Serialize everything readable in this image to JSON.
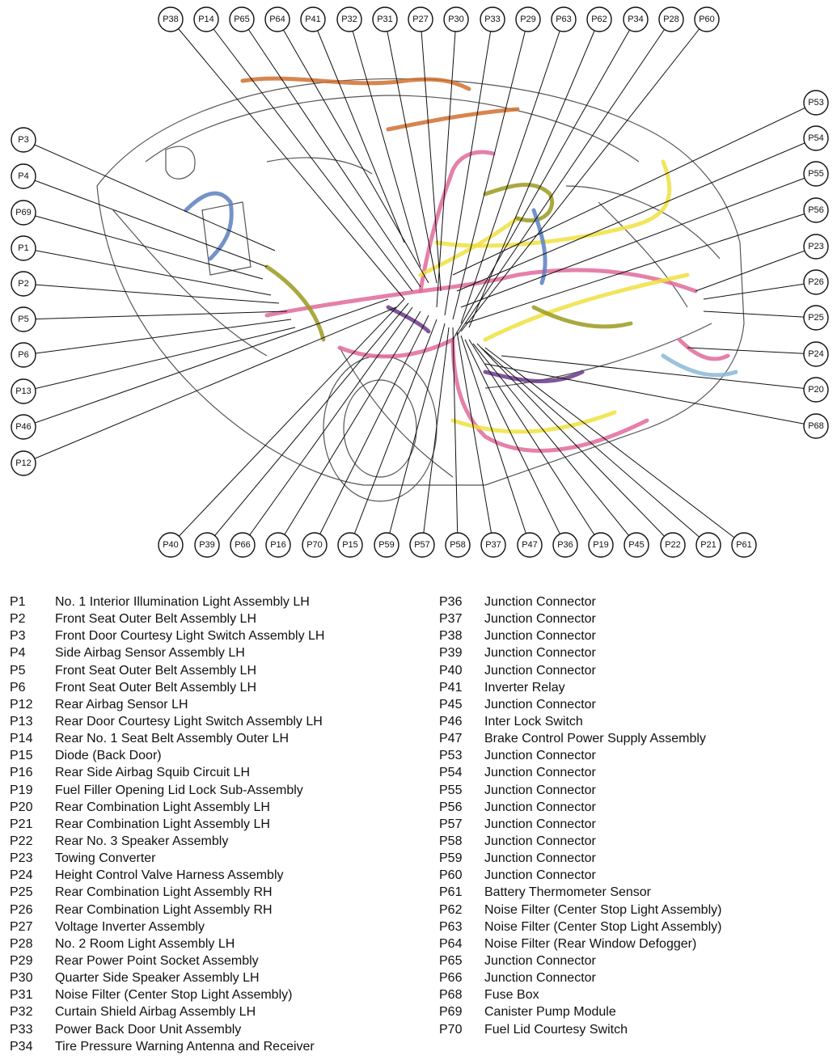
{
  "diagram": {
    "callouts_top": [
      "P38",
      "P14",
      "P65",
      "P64",
      "P41",
      "P32",
      "P31",
      "P27",
      "P30",
      "P33",
      "P29",
      "P63",
      "P62",
      "P34",
      "P28",
      "P60"
    ],
    "callouts_bottom": [
      "P40",
      "P39",
      "P66",
      "P16",
      "P70",
      "P15",
      "P59",
      "P57",
      "P58",
      "P37",
      "P47",
      "P36",
      "P19",
      "P45",
      "P22",
      "P21",
      "P61"
    ],
    "callouts_left": [
      "P3",
      "P4",
      "P69",
      "P1",
      "P2",
      "P5",
      "P6",
      "P13",
      "P46",
      "P12"
    ],
    "callouts_right": [
      "P53",
      "P54",
      "P55",
      "P56",
      "P23",
      "P26",
      "P25",
      "P24",
      "P20",
      "P68"
    ],
    "harness_colors": {
      "pink": "#e06a9a",
      "yellow": "#f0e040",
      "olive": "#9a9a20",
      "blue": "#5a7fc0",
      "orange": "#d07030",
      "purple": "#6a3a8a",
      "lightblue": "#8ab8d8"
    }
  },
  "legend": {
    "left": [
      {
        "code": "P1",
        "desc": "No. 1 Interior Illumination Light Assembly LH"
      },
      {
        "code": "P2",
        "desc": "Front Seat Outer Belt Assembly LH"
      },
      {
        "code": "P3",
        "desc": "Front Door Courtesy Light Switch Assembly LH"
      },
      {
        "code": "P4",
        "desc": "Side Airbag Sensor Assembly LH"
      },
      {
        "code": "P5",
        "desc": "Front Seat Outer Belt Assembly LH"
      },
      {
        "code": "P6",
        "desc": "Front Seat Outer Belt Assembly LH"
      },
      {
        "code": "P12",
        "desc": "Rear Airbag Sensor LH"
      },
      {
        "code": "P13",
        "desc": "Rear Door Courtesy Light Switch Assembly LH"
      },
      {
        "code": "P14",
        "desc": "Rear No. 1 Seat Belt Assembly Outer LH"
      },
      {
        "code": "P15",
        "desc": "Diode (Back Door)"
      },
      {
        "code": "P16",
        "desc": "Rear Side Airbag Squib Circuit LH"
      },
      {
        "code": "P19",
        "desc": "Fuel Filler Opening Lid Lock Sub-Assembly"
      },
      {
        "code": "P20",
        "desc": "Rear Combination Light Assembly LH"
      },
      {
        "code": "P21",
        "desc": "Rear Combination Light Assembly LH"
      },
      {
        "code": "P22",
        "desc": "Rear No. 3 Speaker Assembly"
      },
      {
        "code": "P23",
        "desc": "Towing Converter"
      },
      {
        "code": "P24",
        "desc": "Height Control Valve Harness Assembly"
      },
      {
        "code": "P25",
        "desc": "Rear Combination Light Assembly RH"
      },
      {
        "code": "P26",
        "desc": "Rear Combination Light Assembly RH"
      },
      {
        "code": "P27",
        "desc": "Voltage Inverter Assembly"
      },
      {
        "code": "P28",
        "desc": "No. 2 Room Light Assembly LH"
      },
      {
        "code": "P29",
        "desc": "Rear Power Point Socket Assembly"
      },
      {
        "code": "P30",
        "desc": "Quarter Side Speaker Assembly LH"
      },
      {
        "code": "P31",
        "desc": "Noise Filter (Center Stop Light Assembly)"
      },
      {
        "code": "P32",
        "desc": "Curtain Shield Airbag Assembly LH"
      },
      {
        "code": "P33",
        "desc": "Power Back Door Unit Assembly"
      },
      {
        "code": "P34",
        "desc": "Tire Pressure Warning Antenna and Receiver"
      }
    ],
    "right": [
      {
        "code": "P36",
        "desc": "Junction Connector"
      },
      {
        "code": "P37",
        "desc": "Junction Connector"
      },
      {
        "code": "P38",
        "desc": "Junction Connector"
      },
      {
        "code": "P39",
        "desc": "Junction Connector"
      },
      {
        "code": "P40",
        "desc": "Junction Connector"
      },
      {
        "code": "P41",
        "desc": "Inverter Relay"
      },
      {
        "code": "P45",
        "desc": "Junction Connector"
      },
      {
        "code": "P46",
        "desc": "Inter Lock Switch"
      },
      {
        "code": "P47",
        "desc": "Brake Control Power Supply Assembly"
      },
      {
        "code": "P53",
        "desc": "Junction Connector"
      },
      {
        "code": "P54",
        "desc": "Junction Connector"
      },
      {
        "code": "P55",
        "desc": "Junction Connector"
      },
      {
        "code": "P56",
        "desc": "Junction Connector"
      },
      {
        "code": "P57",
        "desc": "Junction Connector"
      },
      {
        "code": "P58",
        "desc": "Junction Connector"
      },
      {
        "code": "P59",
        "desc": "Junction Connector"
      },
      {
        "code": "P60",
        "desc": "Junction Connector"
      },
      {
        "code": "P61",
        "desc": "Battery Thermometer Sensor"
      },
      {
        "code": "P62",
        "desc": "Noise Filter (Center Stop Light Assembly)"
      },
      {
        "code": "P63",
        "desc": "Noise Filter (Center Stop Light Assembly)"
      },
      {
        "code": "P64",
        "desc": "Noise Filter (Rear Window Defogger)"
      },
      {
        "code": "P65",
        "desc": "Junction Connector"
      },
      {
        "code": "P66",
        "desc": "Junction Connector"
      },
      {
        "code": "P68",
        "desc": "Fuse Box"
      },
      {
        "code": "P69",
        "desc": "Canister Pump Module"
      },
      {
        "code": "P70",
        "desc": "Fuel Lid Courtesy Switch"
      }
    ]
  }
}
